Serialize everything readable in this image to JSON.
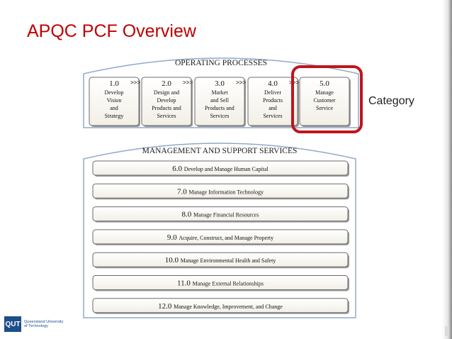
{
  "title": "APQC PCF Overview",
  "annotation_label": "Category",
  "colors": {
    "title": "#c00000",
    "highlight": "#c0141c",
    "panel_border": "#8faac8"
  },
  "operating": {
    "header": "OPERATING PROCESSES",
    "boxes": [
      {
        "num": "1.0",
        "lines": [
          "Develop",
          "Vision",
          "and",
          "Strategy"
        ]
      },
      {
        "num": "2.0",
        "lines": [
          "Design and",
          "Develop",
          "Products and",
          "Services"
        ]
      },
      {
        "num": "3.0",
        "lines": [
          "Market",
          "and Sell",
          "Products and",
          "Services"
        ]
      },
      {
        "num": "4.0",
        "lines": [
          "Deliver",
          "Products",
          "and",
          "Services"
        ]
      },
      {
        "num": "5.0",
        "lines": [
          "Manage",
          "Customer",
          "Service"
        ]
      }
    ],
    "arrow": ">>>"
  },
  "management": {
    "header": "MANAGEMENT AND SUPPORT SERVICES",
    "bars": [
      {
        "num": "6.0",
        "label": "Develop and Manage Human Capital"
      },
      {
        "num": "7.0",
        "label": "Manage Information Technology"
      },
      {
        "num": "8.0",
        "label": "Manage Financial Resources"
      },
      {
        "num": "9.0",
        "label": "Acquire, Construct, and Manage Property"
      },
      {
        "num": "10.0",
        "label": "Manage Environmental Health and Safety"
      },
      {
        "num": "11.0",
        "label": "Manage External Relationships"
      },
      {
        "num": "12.0",
        "label": "Manage Knowledge, Improvement, and Change"
      }
    ]
  },
  "logo": {
    "mark": "QUT",
    "line1": "Queensland University",
    "line2": "of Technology"
  }
}
